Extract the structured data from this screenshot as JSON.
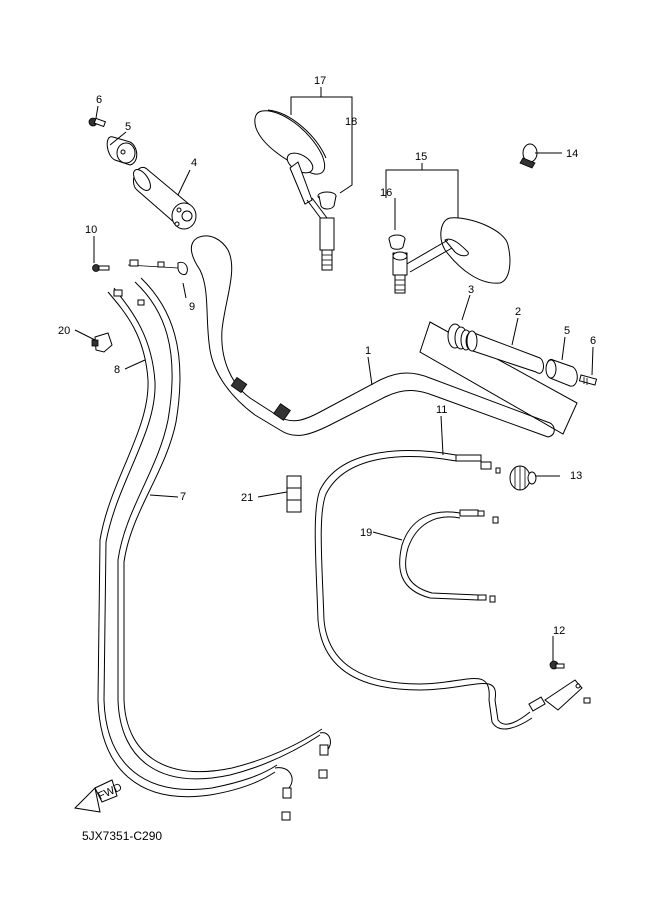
{
  "diagram": {
    "title_code": "5JX7351-C290",
    "fwd_label": "FWD",
    "callouts": [
      {
        "id": "1",
        "part": "handlebar"
      },
      {
        "id": "2",
        "part": "grip"
      },
      {
        "id": "3",
        "part": "collar"
      },
      {
        "id": "4",
        "part": "throttle-grip"
      },
      {
        "id": "5",
        "part": "grip-end-weight"
      },
      {
        "id": "6",
        "part": "screw"
      },
      {
        "id": "7",
        "part": "throttle-cable-1"
      },
      {
        "id": "8",
        "part": "throttle-cable-2"
      },
      {
        "id": "9",
        "part": "cable-guide"
      },
      {
        "id": "10",
        "part": "screw"
      },
      {
        "id": "11",
        "part": "clutch-cable"
      },
      {
        "id": "12",
        "part": "bolt"
      },
      {
        "id": "13",
        "part": "boot"
      },
      {
        "id": "14",
        "part": "clamp"
      },
      {
        "id": "15",
        "part": "rear-view-mirror-assy-right"
      },
      {
        "id": "16",
        "part": "cap"
      },
      {
        "id": "17",
        "part": "rear-view-mirror-assy-left"
      },
      {
        "id": "18",
        "part": "cap"
      },
      {
        "id": "19",
        "part": "starter-cable"
      },
      {
        "id": "20",
        "part": "clamp"
      },
      {
        "id": "21",
        "part": "holder"
      }
    ],
    "labels": {
      "c1": "1",
      "c2": "2",
      "c3": "3",
      "c4": "4",
      "c5a": "5",
      "c5b": "5",
      "c6a": "6",
      "c6b": "6",
      "c7": "7",
      "c8": "8",
      "c9": "9",
      "c10": "10",
      "c11": "11",
      "c12": "12",
      "c13": "13",
      "c14": "14",
      "c15": "15",
      "c16": "16",
      "c17": "17",
      "c18": "18",
      "c19": "19",
      "c20": "20",
      "c21": "21"
    }
  }
}
